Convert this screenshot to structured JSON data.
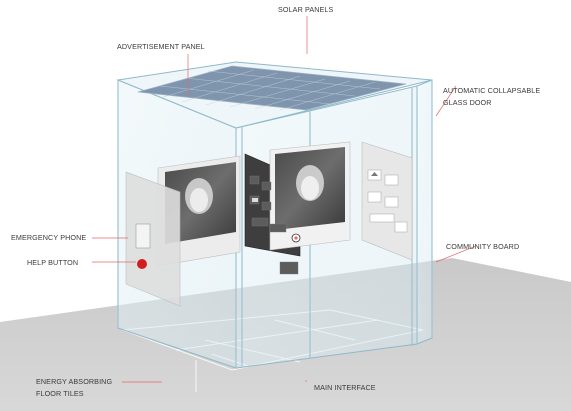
{
  "labels": {
    "solar_panels": "SOLAR PANELS",
    "advertisement_panel": "ADVERTISEMENT PANEL",
    "door_line1": "AUTOMATIC COLLAPSABLE",
    "door_line2": "GLASS DOOR",
    "emergency_phone": "EMERGENCY PHONE",
    "help_button": "HELP BUTTON",
    "community_board": "COMMUNITY BOARD",
    "floor_line1": "ENERGY ABSORBING",
    "floor_line2": "FLOOR TILES",
    "main_interface": "MAIN INTERFACE"
  },
  "colors": {
    "leader_line": "#e06a6a",
    "help_button": "#d11f1f",
    "glass_edge": "#8fb9c9",
    "solar_cell": "#7f95ad",
    "floor": "#cfcfcf"
  },
  "icons": [
    "person-portrait-icon",
    "bus-icon",
    "location-pin-icon",
    "bank-icon",
    "help-button-icon"
  ]
}
